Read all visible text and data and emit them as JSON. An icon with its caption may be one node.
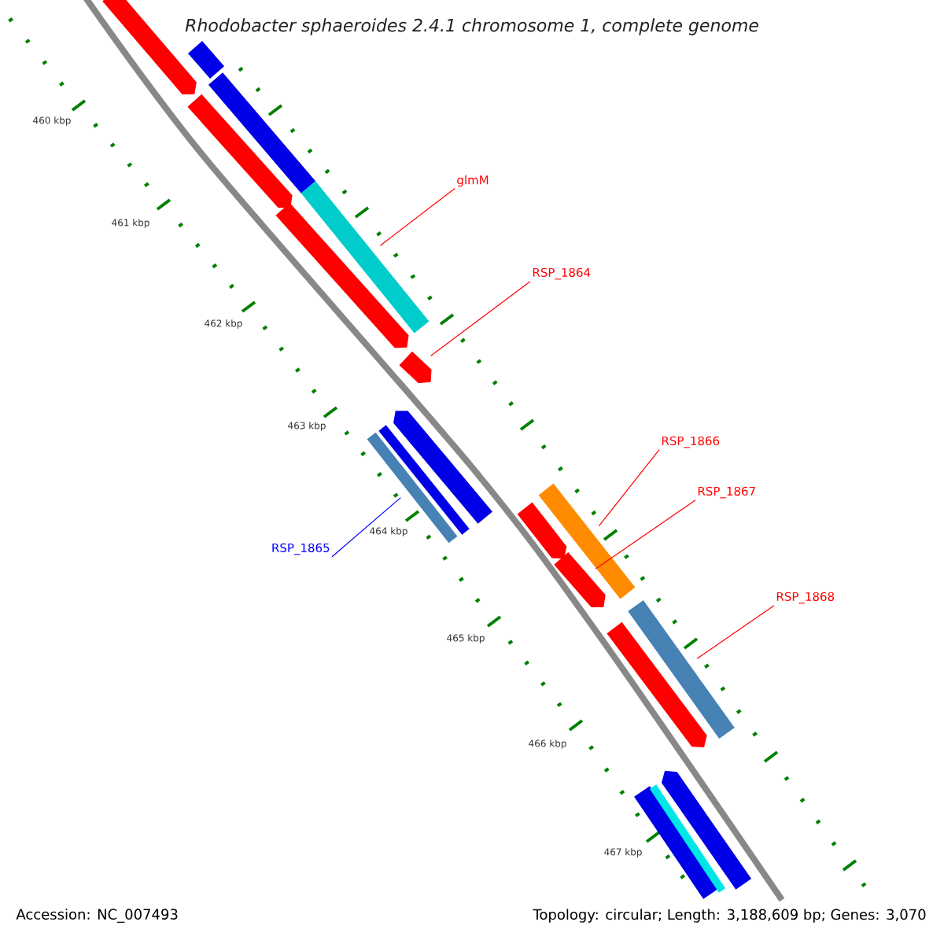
{
  "diagram": {
    "title": "Rhodobacter sphaeroides 2.4.1 chromosome 1, complete genome",
    "nodes": [
      {
        "text": [
          "glmM"
        ]
      },
      {
        "text": [
          "RSP_1864"
        ]
      },
      {
        "text": [
          "RSP_1865"
        ]
      },
      {
        "text": [
          "RSP_1866"
        ]
      },
      {
        "text": [
          "RSP_1867"
        ]
      },
      {
        "text": [
          "RSP_1868"
        ]
      },
      {
        "text": [],
        "shape": "bar"
      },
      {
        "text": [],
        "shape": "bar"
      },
      {
        "text": [],
        "shape": "bar"
      },
      {
        "text": [],
        "shape": "bar"
      },
      {
        "text": [],
        "shape": "bar"
      },
      {
        "text": [],
        "shape": "bar"
      },
      {
        "text": [],
        "shape": "bar"
      },
      {
        "text": [],
        "shape": "bar"
      },
      {
        "text": [],
        "shape": "bar"
      },
      {
        "text": [],
        "shape": "bar"
      },
      {
        "text": [],
        "shape": "bar"
      },
      {
        "text": [],
        "shape": "bar"
      },
      {
        "text": [],
        "shape": "bar"
      },
      {
        "text": [],
        "shape": "bar"
      },
      {
        "text": [],
        "shape": "bar"
      },
      {
        "text": [],
        "shape": "bar"
      },
      {
        "text": [],
        "shape": "bar"
      },
      {
        "text": [],
        "shape": "bar"
      }
    ],
    "edges": [
      {
        "from": 0,
        "to": 10,
        "arrow": "none"
      },
      {
        "from": 1,
        "to": 12,
        "arrow": "none"
      },
      {
        "from": 2,
        "to": 13,
        "arrow": "none",
        "color": "#0000ff"
      },
      {
        "from": 3,
        "to": 17,
        "arrow": "none"
      },
      {
        "from": 4,
        "to": 18,
        "arrow": "none"
      },
      {
        "from": 5,
        "to": 19,
        "arrow": "none"
      }
    ],
    "labels": [
      "460 kbp",
      "461 kbp",
      "462 kbp",
      "463 kbp",
      "464 kbp",
      "465 kbp",
      "466 kbp",
      "467 kbp",
      "Accession: NC_007493",
      "Topology: circular; Length: 3,188,609 bp; Genes: 3,070"
    ]
  }
}
